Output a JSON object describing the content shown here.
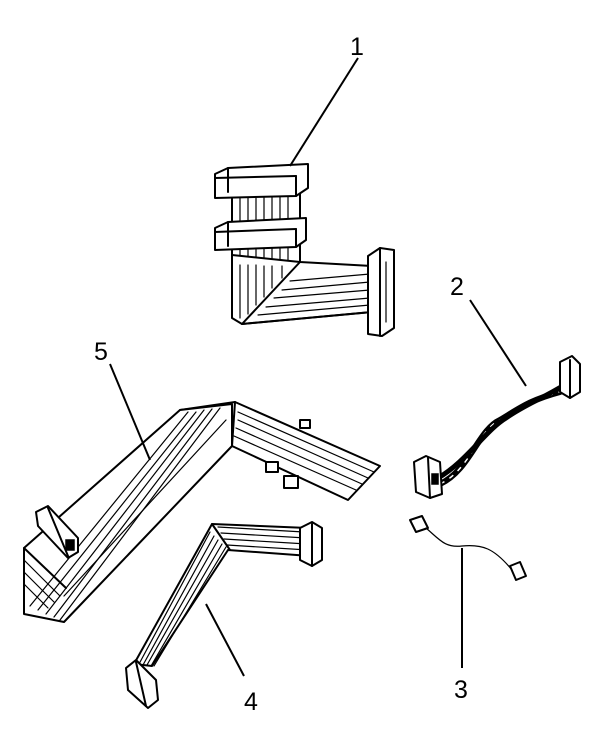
{
  "parts": [
    {
      "id": "1",
      "label": "1"
    },
    {
      "id": "2",
      "label": "2"
    },
    {
      "id": "3",
      "label": "3"
    },
    {
      "id": "4",
      "label": "4"
    },
    {
      "id": "5",
      "label": "5"
    }
  ]
}
